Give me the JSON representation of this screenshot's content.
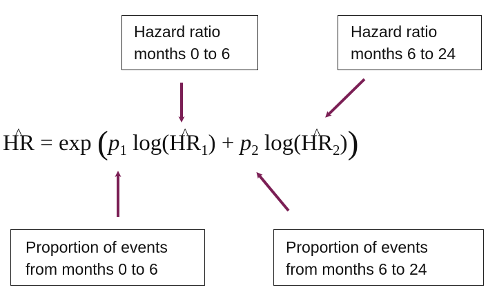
{
  "boxes": {
    "hr1": {
      "line1": "Hazard ratio",
      "line2": "months 0 to 6"
    },
    "hr2": {
      "line1": "Hazard ratio",
      "line2": "months 6 to 24"
    },
    "p1": {
      "line1": "Proportion of events",
      "line2": "from months 0 to 6"
    },
    "p2": {
      "line1": "Proportion of events",
      "line2": "from months 6 to 24"
    }
  },
  "formula": {
    "lhs": "HR",
    "equals": "=",
    "exp": "exp",
    "open_paren": "(",
    "p": "p",
    "sub1": "1",
    "sub2": "2",
    "log": "log(",
    "hr": "HR",
    "close": ")",
    "plus": "+",
    "close_paren": ")"
  },
  "colors": {
    "arrow": "#7b1f55",
    "border": "#222222"
  }
}
